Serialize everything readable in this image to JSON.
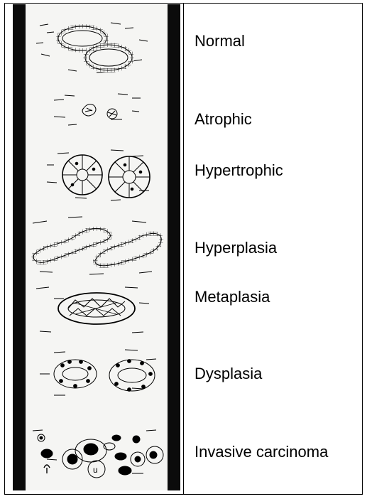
{
  "labels": {
    "normal": "Normal",
    "atrophic": "Atrophic",
    "hypertrophic": "Hypertrophic",
    "hyperplasia": "Hyperplasia",
    "metaplasia": "Metaplasia",
    "dysplasia": "Dysplasia",
    "invasive": "Invasive carcinoma"
  },
  "colors": {
    "ink": "#000000",
    "paper": "#f5f5f3",
    "frame": "#0b0b0b"
  }
}
